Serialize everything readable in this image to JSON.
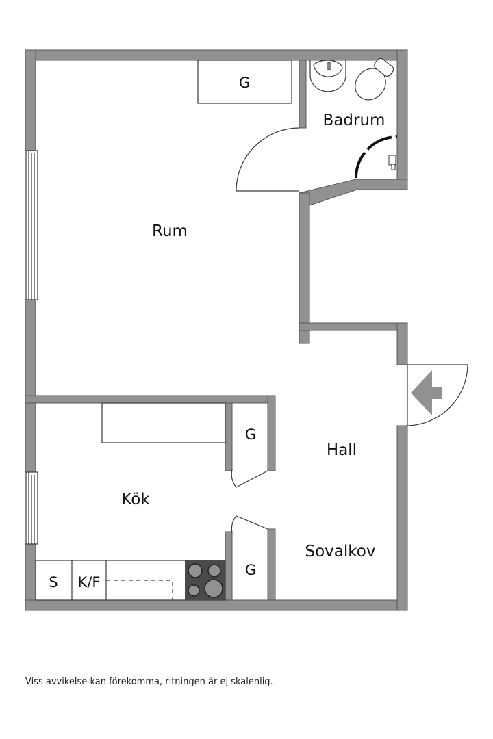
{
  "floorplan": {
    "rooms": {
      "rum": "Rum",
      "badrum": "Badrum",
      "hall": "Hall",
      "kok": "Kök",
      "sovalkov": "Sovalkov"
    },
    "closets": {
      "rum_closet": "G",
      "hall_closet_upper": "G",
      "hall_closet_lower": "G"
    },
    "kitchen": {
      "sink": "S",
      "fridge_freezer": "K/F"
    },
    "entrance_icon": "entrance-arrow-icon",
    "colors": {
      "wall": "#8f9192",
      "stove": "#4a4a4a",
      "background": "#ffffff"
    }
  },
  "footer": {
    "disclaimer": "Viss avvikelse kan förekomma, ritningen är ej skalenlig."
  }
}
